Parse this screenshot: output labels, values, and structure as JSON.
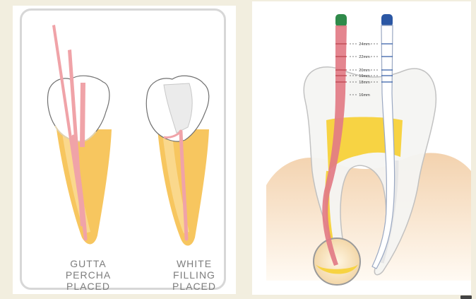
{
  "left_panel": {
    "caption_left": [
      "GUTTA",
      "PERCHA",
      "PLACED"
    ],
    "caption_right": [
      "WHITE",
      "FILLING",
      "PLACED"
    ]
  },
  "right_panel": {
    "length_markers": [
      "24mm",
      "22mm",
      "20mm",
      "19mm",
      "18mm",
      "16mm"
    ],
    "file_colors": {
      "left_handle": "#2f8a4a",
      "right_handle": "#2b57a4"
    }
  }
}
